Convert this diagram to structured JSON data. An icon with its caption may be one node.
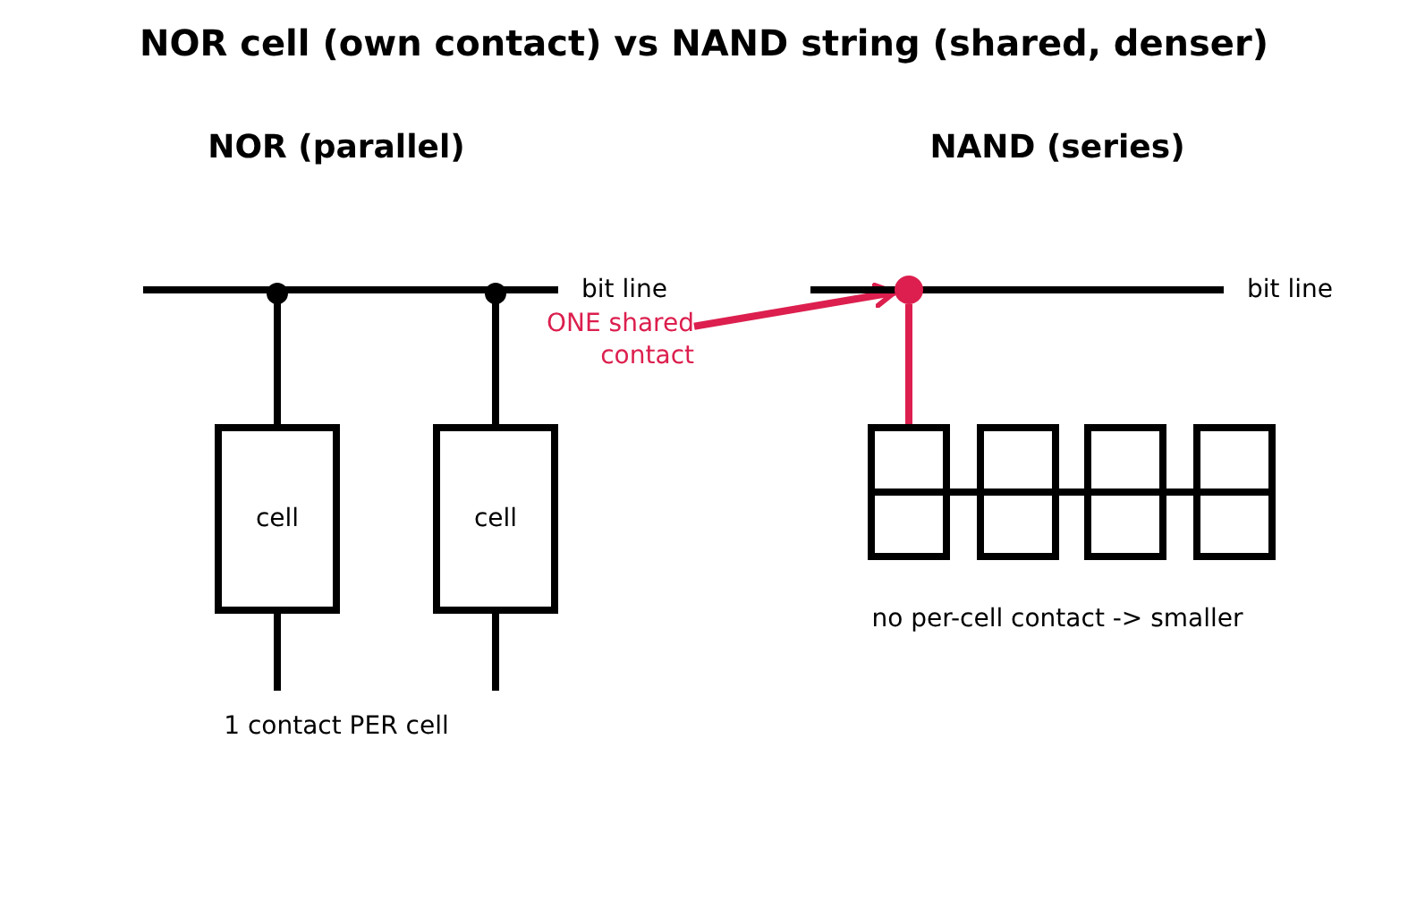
{
  "diagram": {
    "title": "NOR cell (own contact) vs NAND string (shared, denser)",
    "nodes": [
      {
        "text": [],
        "shape": "bar",
        "beside": [
          "bit line"
        ]
      },
      {
        "text": [
          "cell"
        ]
      },
      {
        "text": [
          "cell"
        ]
      },
      {
        "text": [],
        "shape": "bar",
        "beside": [
          "bit line"
        ]
      },
      {
        "text": [],
        "shape": "circle"
      },
      {
        "text": [
          "ONE shared contact"
        ]
      },
      {
        "text": [],
        "shape": "box"
      },
      {
        "text": [],
        "shape": "box"
      },
      {
        "text": [],
        "shape": "box"
      },
      {
        "text": [],
        "shape": "box"
      }
    ],
    "edges": [
      {
        "from": 0,
        "to": 1,
        "arrow": "other"
      },
      {
        "from": 0,
        "to": 2,
        "arrow": "other"
      },
      {
        "from": 1,
        "to": null,
        "arrow": "none"
      },
      {
        "from": 2,
        "to": null,
        "arrow": "none"
      },
      {
        "from": 5,
        "to": 4,
        "arrow": "to",
        "color": "#dc1f4e"
      },
      {
        "from": 4,
        "to": 6,
        "arrow": "none",
        "color": "#dc1f4e"
      },
      {
        "from": 6,
        "to": 7,
        "arrow": "none"
      },
      {
        "from": 7,
        "to": 8,
        "arrow": "none"
      },
      {
        "from": 8,
        "to": 9,
        "arrow": "none"
      }
    ],
    "labels": [
      "NOR (parallel)",
      "NAND (series)",
      "1 contact PER cell",
      "no per-cell contact -> smaller"
    ]
  }
}
